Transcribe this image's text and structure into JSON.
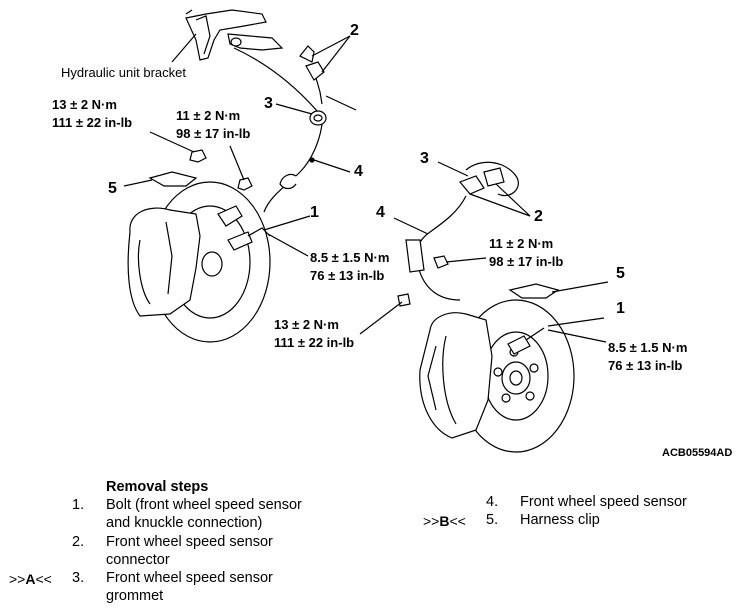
{
  "callouts": {
    "hydraulic_bracket": "Hydraulic unit bracket",
    "torque_left_top_nm": "13 ± 2 N·m",
    "torque_left_top_inlb": "111 ± 22 in-lb",
    "torque_left_mid_nm": "11 ± 2 N·m",
    "torque_left_mid_inlb": "98 ± 17 in-lb",
    "torque_left_bolt_nm": "8.5 ± 1.5 N·m",
    "torque_left_bolt_inlb": "76 ± 13 in-lb",
    "torque_right_mid_nm": "11 ± 2 N·m",
    "torque_right_mid_inlb": "98 ± 17 in-lb",
    "torque_right_low_nm": "13 ± 2 N·m",
    "torque_right_low_inlb": "111 ± 22 in-lb",
    "torque_right_bolt_nm": "8.5 ± 1.5 N·m",
    "torque_right_bolt_inlb": "76 ± 13 in-lb"
  },
  "numbers": {
    "n2_top": "2",
    "n3_left": "3",
    "n4_left": "4",
    "n5_left": "5",
    "n1_left": "1",
    "n3_right": "3",
    "n4_right": "4",
    "n2_right": "2",
    "n5_right": "5",
    "n1_right": "1"
  },
  "figure_code": "ACB05594AD",
  "removal": {
    "title": "Removal steps",
    "steps": [
      {
        "num": "1.",
        "line1": "Bolt (front wheel speed sensor",
        "line2": "and knuckle connection)"
      },
      {
        "num": "2.",
        "line1": "Front wheel speed sensor",
        "line2": "connector"
      },
      {
        "num": "3.",
        "line1": "Front wheel speed sensor",
        "line2": "grommet",
        "ref_pre": ">>",
        "ref_letter": "A",
        "ref_post": "<<"
      },
      {
        "num": "4.",
        "line1": "Front wheel speed sensor"
      },
      {
        "num": "5.",
        "line1": "Harness clip",
        "ref_pre": ">>",
        "ref_letter": "B",
        "ref_post": "<<"
      }
    ]
  }
}
